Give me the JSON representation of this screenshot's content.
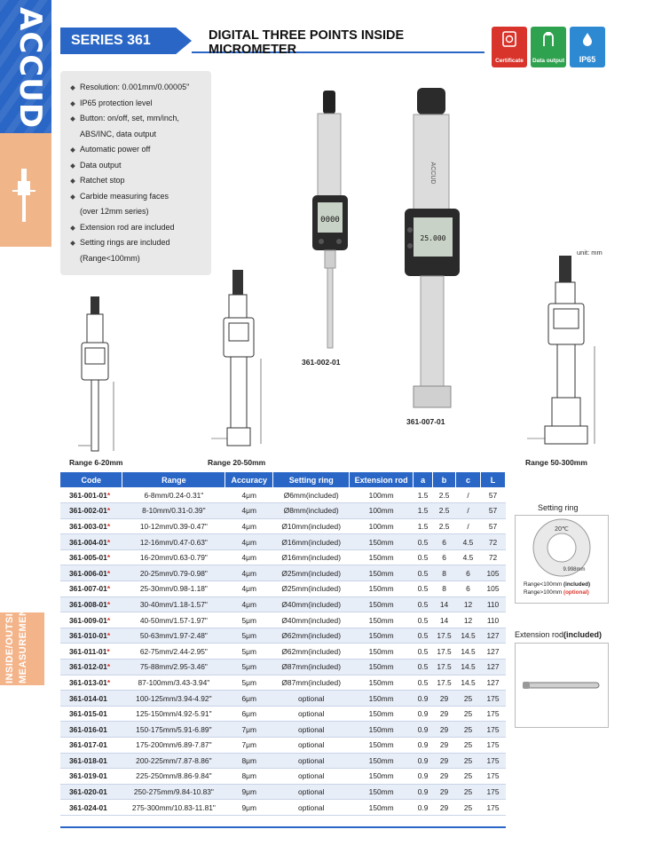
{
  "brand": {
    "logo": "ACCUD",
    "side_tab": [
      "INSIDE/OUTSIDE",
      "MEASUREMENT"
    ]
  },
  "header": {
    "series": "SERIES 361",
    "title_line1": "DIGITAL THREE POINTS INSIDE",
    "title_line2": "MICROMETER"
  },
  "cert_icons": [
    {
      "name": "certificate-icon",
      "label": "Certificate",
      "color": "#d8342b"
    },
    {
      "name": "data-output-icon",
      "label": "Data output",
      "color": "#2fa24f"
    },
    {
      "name": "ip65-icon",
      "label": "IP65",
      "color": "#2e89d3"
    }
  ],
  "features": [
    "Resolution: 0.001mm/0.00005\"",
    "IP65 protection level",
    "Button: on/off, set, mm/inch,",
    "ABS/INC, data output",
    "Automatic power off",
    "Data output",
    "Ratchet stop",
    "Carbide measuring faces",
    "(over 12mm series)",
    "Extension rod are included",
    "Setting rings are included",
    "(Range<100mm)"
  ],
  "captions": {
    "range1": "Range  6-20mm",
    "range2": "Range  20-50mm",
    "model1": "361-002-01",
    "model2": "361-007-01",
    "range3": "Range  50-300mm",
    "unit": "unit: mm",
    "display1": "0000",
    "display2": "25.000",
    "brand_on_device": "ACCUD"
  },
  "table": {
    "headers": [
      "Code",
      "Range",
      "Accuracy",
      "Setting ring",
      "Extension rod",
      "a",
      "b",
      "c",
      "L"
    ],
    "rows": [
      [
        "361-001-01",
        "6-8mm/0.24-0.31\"",
        "4μm",
        "Ø6mm(included)",
        "100mm",
        "1.5",
        "2.5",
        "/",
        "57"
      ],
      [
        "361-002-01",
        "8-10mm/0.31-0.39\"",
        "4μm",
        "Ø8mm(included)",
        "100mm",
        "1.5",
        "2.5",
        "/",
        "57"
      ],
      [
        "361-003-01",
        "10-12mm/0.39-0.47\"",
        "4μm",
        "Ø10mm(included)",
        "100mm",
        "1.5",
        "2.5",
        "/",
        "57"
      ],
      [
        "361-004-01",
        "12-16mm/0.47-0.63\"",
        "4μm",
        "Ø16mm(included)",
        "150mm",
        "0.5",
        "6",
        "4.5",
        "72"
      ],
      [
        "361-005-01",
        "16-20mm/0.63-0.79\"",
        "4μm",
        "Ø16mm(included)",
        "150mm",
        "0.5",
        "6",
        "4.5",
        "72"
      ],
      [
        "361-006-01",
        "20-25mm/0.79-0.98\"",
        "4μm",
        "Ø25mm(included)",
        "150mm",
        "0.5",
        "8",
        "6",
        "105"
      ],
      [
        "361-007-01",
        "25-30mm/0.98-1.18\"",
        "4μm",
        "Ø25mm(included)",
        "150mm",
        "0.5",
        "8",
        "6",
        "105"
      ],
      [
        "361-008-01",
        "30-40mm/1.18-1.57\"",
        "4μm",
        "Ø40mm(included)",
        "150mm",
        "0.5",
        "14",
        "12",
        "110"
      ],
      [
        "361-009-01",
        "40-50mm/1.57-1.97\"",
        "5μm",
        "Ø40mm(included)",
        "150mm",
        "0.5",
        "14",
        "12",
        "110"
      ],
      [
        "361-010-01",
        "50-63mm/1.97-2.48\"",
        "5μm",
        "Ø62mm(included)",
        "150mm",
        "0.5",
        "17.5",
        "14.5",
        "127"
      ],
      [
        "361-011-01",
        "62-75mm/2.44-2.95\"",
        "5μm",
        "Ø62mm(included)",
        "150mm",
        "0.5",
        "17.5",
        "14.5",
        "127"
      ],
      [
        "361-012-01",
        "75-88mm/2.95-3.46\"",
        "5μm",
        "Ø87mm(included)",
        "150mm",
        "0.5",
        "17.5",
        "14.5",
        "127"
      ],
      [
        "361-013-01",
        "87-100mm/3.43-3.94\"",
        "5μm",
        "Ø87mm(included)",
        "150mm",
        "0.5",
        "17.5",
        "14.5",
        "127"
      ],
      [
        "361-014-01",
        "100-125mm/3.94-4.92\"",
        "6μm",
        "optional",
        "150mm",
        "0.9",
        "29",
        "25",
        "175"
      ],
      [
        "361-015-01",
        "125-150mm/4.92-5.91\"",
        "6μm",
        "optional",
        "150mm",
        "0.9",
        "29",
        "25",
        "175"
      ],
      [
        "361-016-01",
        "150-175mm/5.91-6.89\"",
        "7μm",
        "optional",
        "150mm",
        "0.9",
        "29",
        "25",
        "175"
      ],
      [
        "361-017-01",
        "175-200mm/6.89-7.87\"",
        "7μm",
        "optional",
        "150mm",
        "0.9",
        "29",
        "25",
        "175"
      ],
      [
        "361-018-01",
        "200-225mm/7.87-8.86\"",
        "8μm",
        "optional",
        "150mm",
        "0.9",
        "29",
        "25",
        "175"
      ],
      [
        "361-019-01",
        "225-250mm/8.86-9.84\"",
        "8μm",
        "optional",
        "150mm",
        "0.9",
        "29",
        "25",
        "175"
      ],
      [
        "361-020-01",
        "250-275mm/9.84-10.83\"",
        "9μm",
        "optional",
        "150mm",
        "0.9",
        "29",
        "25",
        "175"
      ],
      [
        "361-024-01",
        "275-300mm/10.83-11.81\"",
        "9μm",
        "optional",
        "150mm",
        "0.9",
        "29",
        "25",
        "175"
      ]
    ],
    "starred_count": 13
  },
  "setting_ring": {
    "title": "Setting ring",
    "ring_text_top": "20℃",
    "ring_text_bottom": "9.998mm",
    "note_line1_prefix": "Range<100mm ",
    "note_line1_tag": "(included)",
    "note_line2_prefix": "Range>100mm ",
    "note_line2_tag": "(optional)"
  },
  "extension_rod": {
    "title_prefix": "Extension rod",
    "title_tag": "(included)"
  },
  "colors": {
    "brand_blue": "#2a66c5",
    "accent_orange": "#f1b58a",
    "star_red": "#d8342b",
    "row_alt": "#e8eef8"
  }
}
